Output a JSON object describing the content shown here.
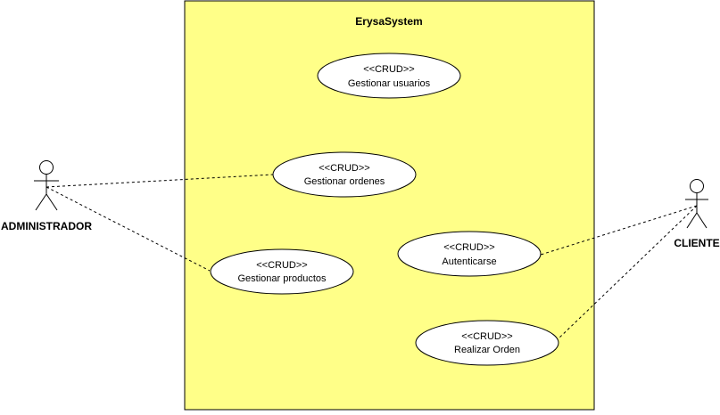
{
  "system": {
    "title": "ErysaSystem",
    "fill": "#ffff88",
    "stroke": "#000000"
  },
  "actors": {
    "admin": {
      "label": "ADMINISTRADOR"
    },
    "client": {
      "label": "CLIENTE"
    }
  },
  "use_cases": {
    "gestionar_usuarios": {
      "stereotype": "<<CRUD>>",
      "label": "Gestionar usuarios"
    },
    "gestionar_ordenes": {
      "stereotype": "<<CRUD>>",
      "label": "Gestionar ordenes"
    },
    "gestionar_productos": {
      "stereotype": "<<CRUD>>",
      "label": "Gestionar productos"
    },
    "autenticarse": {
      "stereotype": "<<CRUD>>",
      "label": "Autenticarse"
    },
    "realizar_orden": {
      "stereotype": "<<CRUD>>",
      "label": "Realizar Orden"
    }
  }
}
